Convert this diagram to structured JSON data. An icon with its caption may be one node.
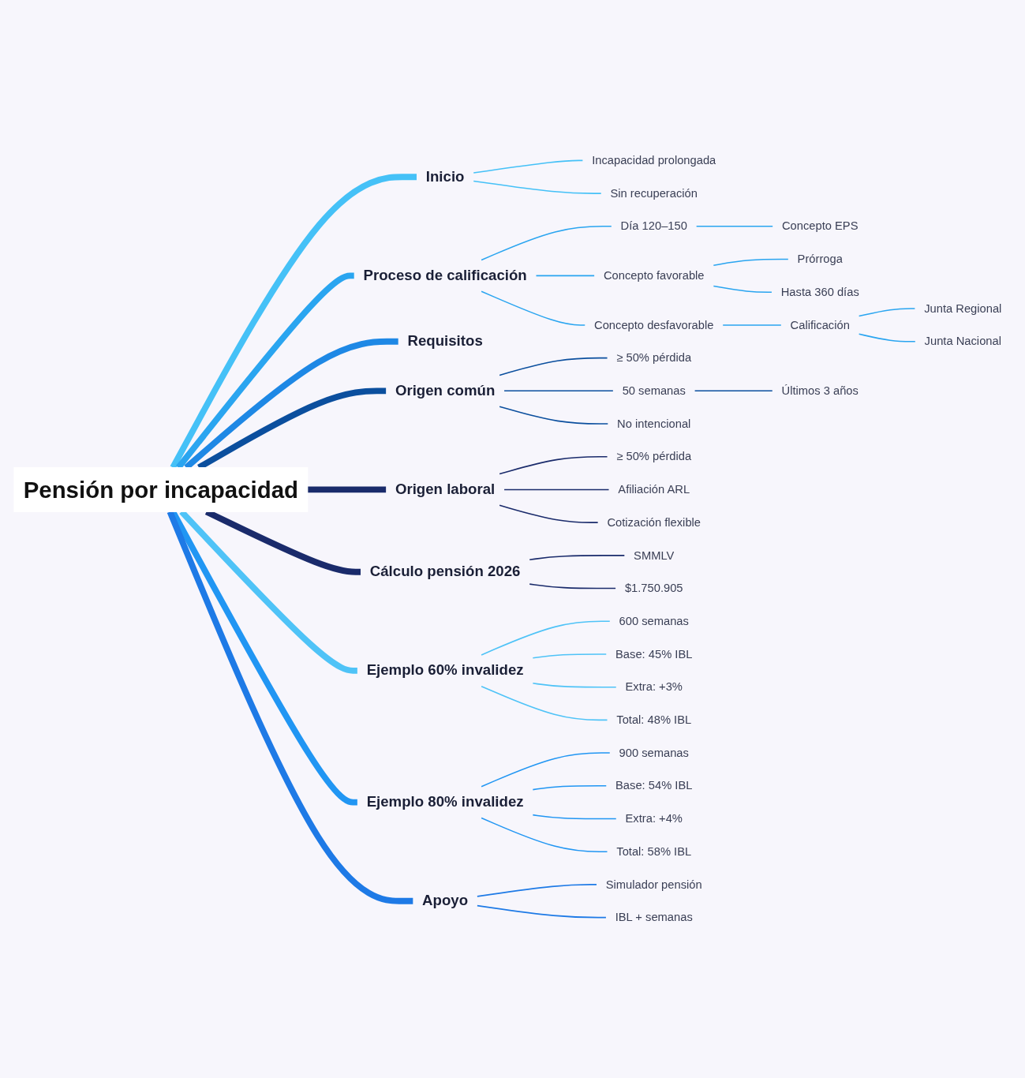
{
  "diagram": {
    "nodes": [
      {
        "text": [
          "Pensión por incapacidad"
        ]
      },
      {
        "text": [
          "Inicio"
        ]
      },
      {
        "text": [
          "Incapacidad prolongada"
        ]
      },
      {
        "text": [
          "Sin recuperación"
        ]
      },
      {
        "text": [
          "Proceso de calificación"
        ]
      },
      {
        "text": [
          "Día 120–150"
        ]
      },
      {
        "text": [
          "Concepto EPS"
        ]
      },
      {
        "text": [
          "Concepto favorable"
        ]
      },
      {
        "text": [
          "Prórroga"
        ]
      },
      {
        "text": [
          "Hasta 360 días"
        ]
      },
      {
        "text": [
          "Concepto desfavorable"
        ]
      },
      {
        "text": [
          "Calificación"
        ]
      },
      {
        "text": [
          "Junta Regional"
        ]
      },
      {
        "text": [
          "Junta Nacional"
        ]
      },
      {
        "text": [
          "Requisitos"
        ]
      },
      {
        "text": [
          "Origen común"
        ]
      },
      {
        "text": [
          "≥ 50% pérdida"
        ]
      },
      {
        "text": [
          "50 semanas"
        ]
      },
      {
        "text": [
          "Últimos 3 años"
        ]
      },
      {
        "text": [
          "No intencional"
        ]
      },
      {
        "text": [
          "Origen laboral"
        ]
      },
      {
        "text": [
          "≥ 50% pérdida"
        ]
      },
      {
        "text": [
          "Afiliación ARL"
        ]
      },
      {
        "text": [
          "Cotización flexible"
        ]
      },
      {
        "text": [
          "Cálculo pensión 2026"
        ]
      },
      {
        "text": [
          "SMMLV"
        ]
      },
      {
        "text": [
          "$1.750.905"
        ]
      },
      {
        "text": [
          "Ejemplo 60% invalidez"
        ]
      },
      {
        "text": [
          "600 semanas"
        ]
      },
      {
        "text": [
          "Base: 45% IBL"
        ]
      },
      {
        "text": [
          "Extra: +3%"
        ]
      },
      {
        "text": [
          "Total: 48% IBL"
        ]
      },
      {
        "text": [
          "Ejemplo 80% invalidez"
        ]
      },
      {
        "text": [
          "900 semanas"
        ]
      },
      {
        "text": [
          "Base: 54% IBL"
        ]
      },
      {
        "text": [
          "Extra: +4%"
        ]
      },
      {
        "text": [
          "Total: 58% IBL"
        ]
      },
      {
        "text": [
          "Apoyo"
        ]
      },
      {
        "text": [
          "Simulador pensión"
        ]
      },
      {
        "text": [
          "IBL + semanas"
        ]
      }
    ],
    "edges": [
      {
        "from": 0,
        "to": 1,
        "arrow": "none",
        "style": "thick",
        "color": "#45c1f7"
      },
      {
        "from": 1,
        "to": 2,
        "arrow": "none",
        "color": "#45c1f7"
      },
      {
        "from": 1,
        "to": 3,
        "arrow": "none",
        "color": "#45c1f7"
      },
      {
        "from": 0,
        "to": 4,
        "arrow": "none",
        "style": "thick",
        "color": "#2aa5f0"
      },
      {
        "from": 4,
        "to": 5,
        "arrow": "none",
        "color": "#2aa5f0"
      },
      {
        "from": 5,
        "to": 6,
        "arrow": "none",
        "color": "#2aa5f0"
      },
      {
        "from": 4,
        "to": 7,
        "arrow": "none",
        "color": "#2aa5f0"
      },
      {
        "from": 7,
        "to": 8,
        "arrow": "none",
        "color": "#2aa5f0"
      },
      {
        "from": 7,
        "to": 9,
        "arrow": "none",
        "color": "#2aa5f0"
      },
      {
        "from": 4,
        "to": 10,
        "arrow": "none",
        "color": "#2aa5f0"
      },
      {
        "from": 10,
        "to": 11,
        "arrow": "none",
        "color": "#2aa5f0"
      },
      {
        "from": 11,
        "to": 12,
        "arrow": "none",
        "color": "#2aa5f0"
      },
      {
        "from": 11,
        "to": 13,
        "arrow": "none",
        "color": "#2aa5f0"
      },
      {
        "from": 0,
        "to": 14,
        "arrow": "none",
        "style": "thick",
        "color": "#1e88e5"
      },
      {
        "from": 0,
        "to": 15,
        "arrow": "none",
        "style": "thick",
        "color": "#0b4f9e"
      },
      {
        "from": 15,
        "to": 16,
        "arrow": "none",
        "color": "#0b4f9e"
      },
      {
        "from": 15,
        "to": 17,
        "arrow": "none",
        "color": "#0b4f9e"
      },
      {
        "from": 17,
        "to": 18,
        "arrow": "none",
        "color": "#0b4f9e"
      },
      {
        "from": 15,
        "to": 19,
        "arrow": "none",
        "color": "#0b4f9e"
      },
      {
        "from": 0,
        "to": 20,
        "arrow": "none",
        "style": "thick",
        "color": "#1a2b6b"
      },
      {
        "from": 20,
        "to": 21,
        "arrow": "none",
        "color": "#1a2b6b"
      },
      {
        "from": 20,
        "to": 22,
        "arrow": "none",
        "color": "#1a2b6b"
      },
      {
        "from": 20,
        "to": 23,
        "arrow": "none",
        "color": "#1a2b6b"
      },
      {
        "from": 0,
        "to": 24,
        "arrow": "none",
        "style": "thick",
        "color": "#1a2b6b"
      },
      {
        "from": 24,
        "to": 25,
        "arrow": "none",
        "color": "#1a2b6b"
      },
      {
        "from": 24,
        "to": 26,
        "arrow": "none",
        "color": "#1a2b6b"
      },
      {
        "from": 0,
        "to": 27,
        "arrow": "none",
        "style": "thick",
        "color": "#4fc3f7"
      },
      {
        "from": 27,
        "to": 28,
        "arrow": "none",
        "color": "#4fc3f7"
      },
      {
        "from": 27,
        "to": 29,
        "arrow": "none",
        "color": "#4fc3f7"
      },
      {
        "from": 27,
        "to": 30,
        "arrow": "none",
        "color": "#4fc3f7"
      },
      {
        "from": 27,
        "to": 31,
        "arrow": "none",
        "color": "#4fc3f7"
      },
      {
        "from": 0,
        "to": 32,
        "arrow": "none",
        "style": "thick",
        "color": "#2196f3"
      },
      {
        "from": 32,
        "to": 33,
        "arrow": "none",
        "color": "#2196f3"
      },
      {
        "from": 32,
        "to": 34,
        "arrow": "none",
        "color": "#2196f3"
      },
      {
        "from": 32,
        "to": 35,
        "arrow": "none",
        "color": "#2196f3"
      },
      {
        "from": 32,
        "to": 36,
        "arrow": "none",
        "color": "#2196f3"
      },
      {
        "from": 0,
        "to": 37,
        "arrow": "none",
        "style": "thick",
        "color": "#1e7ae6"
      },
      {
        "from": 37,
        "to": 38,
        "arrow": "none",
        "color": "#1e7ae6"
      },
      {
        "from": 37,
        "to": 39,
        "arrow": "none",
        "color": "#1e7ae6"
      }
    ]
  }
}
